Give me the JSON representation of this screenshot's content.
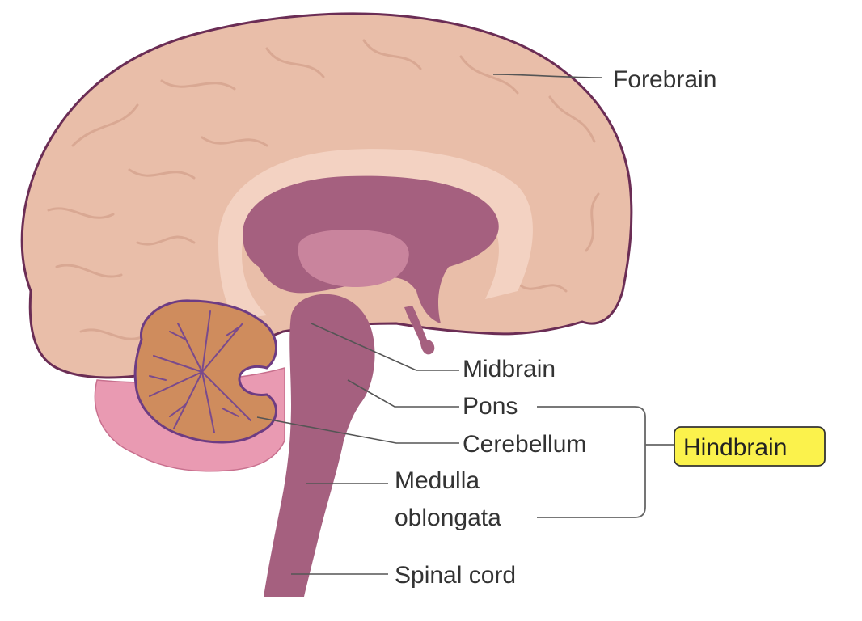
{
  "labels": {
    "forebrain": "Forebrain",
    "midbrain": "Midbrain",
    "pons": "Pons",
    "cerebellum": "Cerebellum",
    "medulla_line1": "Medulla",
    "medulla_line2": "oblongata",
    "spinal_cord": "Spinal cord",
    "hindbrain": "Hindbrain"
  },
  "colors": {
    "cerebrum_fill": "#e9bea9",
    "cerebrum_outline": "#6b2d55",
    "inner_band": "#f3d2c2",
    "brainstem": "#a5607f",
    "thalamus": "#c9849d",
    "cerebellum_fill": "#cf8c5d",
    "cerebellum_outline": "#6d3c83",
    "pink_region": "#e99ab2",
    "hindbrain_highlight": "#fbf24c"
  }
}
